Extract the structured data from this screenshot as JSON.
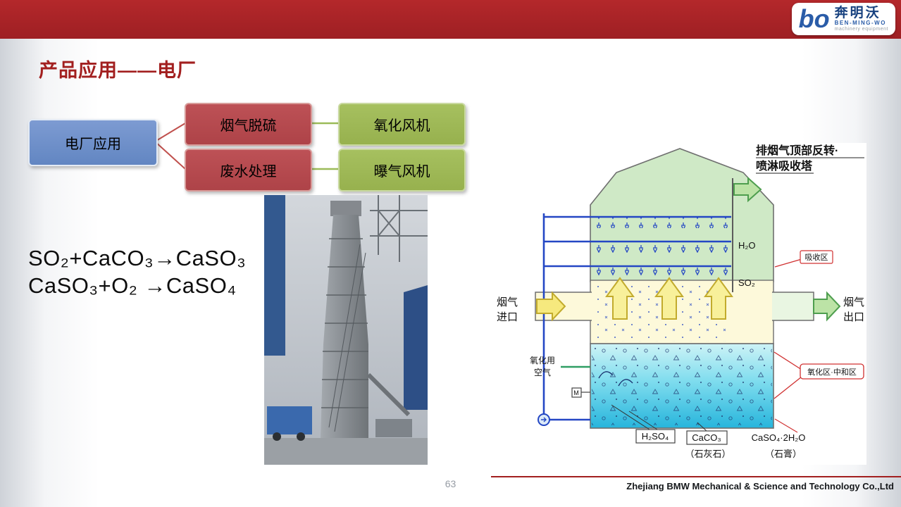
{
  "header": {
    "logo": {
      "mark": "bo",
      "name_cn": "奔明沃",
      "name_en": "BEN-MING-WO",
      "tagline": "machinery equipment"
    }
  },
  "slide": {
    "title": "产品应用——电厂",
    "flow": {
      "root_label": "电厂应用",
      "mid_labels": [
        "烟气脱硫",
        "废水处理"
      ],
      "leaf_labels": [
        "氧化风机",
        "曝气风机"
      ]
    },
    "formulas": [
      "SO₂+CaCO₃→CaSO₃",
      "CaSO₃+O₂ →CaSO₄"
    ]
  },
  "diagram": {
    "title_line1": "排烟气顶部反转·",
    "title_line2": "喷淋吸收塔",
    "h2o": "H₂O",
    "so2": "SO₂",
    "absorption_zone": "吸收区",
    "oxidation_zone": "氧化区·中和区",
    "inlet_line1": "烟气",
    "inlet_line2": "进口",
    "outlet_line1": "烟气",
    "outlet_line2": "出口",
    "air_line1": "氧化用",
    "air_line2": "空气",
    "motor": "M",
    "h2so4": "H₂SO₄",
    "caco3": "CaCO₃",
    "caso4": "CaSO₄·2H₂O",
    "limestone": "（石灰石）",
    "gypsum": "（石膏）"
  },
  "footer": {
    "page_number": "63",
    "company": "Zhejiang BMW Mechanical & Science and Technology Co.,Ltd"
  },
  "colors": {
    "header_red": "#ae2326",
    "title_red": "#a21f1f",
    "box_blue": "#6d8ec8",
    "box_red": "#b8494f",
    "box_green": "#9fba58",
    "connector_red": "#c0504d",
    "connector_green": "#9bbb59"
  }
}
